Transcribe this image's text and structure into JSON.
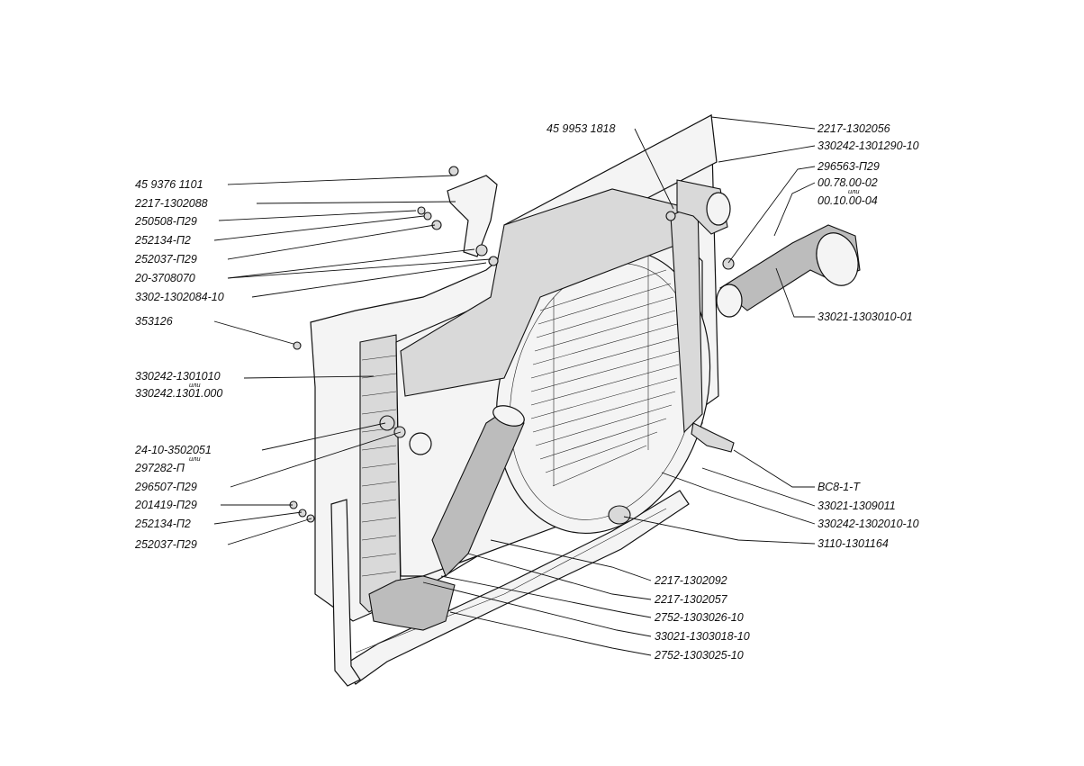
{
  "labels": {
    "l_459376": "45 9376 1101",
    "l_2217_088": "2217-1302088",
    "l_250508": "250508-П29",
    "l_252134a": "252134-П2",
    "l_252037a": "252037-П29",
    "l_20_370": "20-3708070",
    "l_3302": "3302-1302084-10",
    "l_353126": "353126",
    "l_330242_010": "330242-1301010",
    "l_ili1": "или",
    "l_330242_000": "330242.1301.000",
    "l_24_10": "24-10-3502051",
    "l_ili2": "или",
    "l_297282": "297282-П",
    "l_296507": "296507-П29",
    "l_201419": "201419-П29",
    "l_252134b": "252134-П2",
    "l_252037b": "252037-П29",
    "l_459953": "45 9953 1818",
    "l_2217_056": "2217-1302056",
    "l_330242_290": "330242-1301290-10",
    "l_296563": "296563-П29",
    "l_0078": "00.78.00-02",
    "l_ili3": "или",
    "l_0010": "00.10.00-04",
    "l_33021_01": "33021-1303010-01",
    "l_vs8": "ВС8-1-Т",
    "l_33021_011": "33021-1309011",
    "l_330242_2010": "330242-1302010-10",
    "l_3110": "3110-1301164",
    "l_2217_092": "2217-1302092",
    "l_2217_057": "2217-1302057",
    "l_2752_026": "2752-1303026-10",
    "l_33021_018": "33021-1303018-10",
    "l_2752_025": "2752-1303025-10"
  },
  "colors": {
    "line": "#111111",
    "background": "#ffffff"
  }
}
